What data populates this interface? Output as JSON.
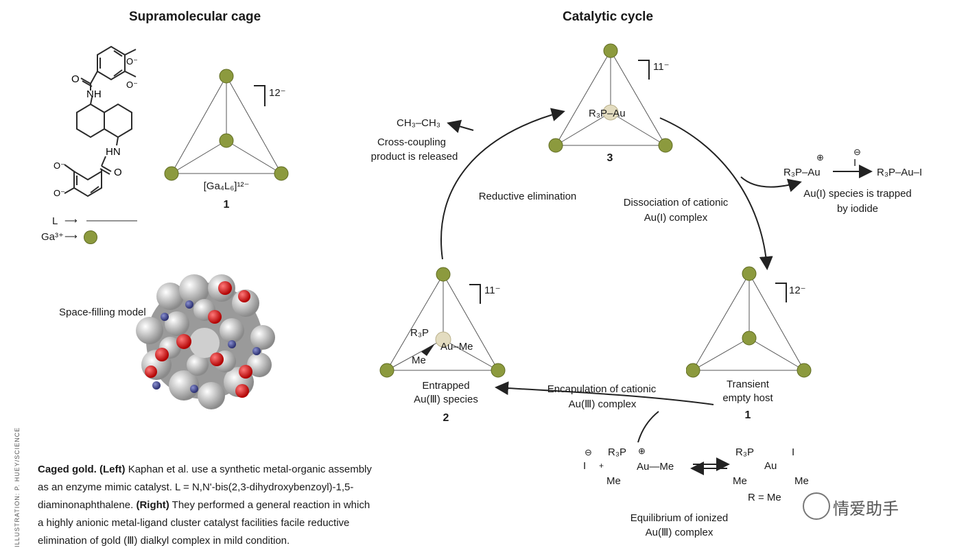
{
  "headings": {
    "left": "Supramolecular cage",
    "right": "Catalytic cycle"
  },
  "left_panel": {
    "ligand_groups": {
      "o_minus": "O⁻",
      "nh": "NH",
      "hn": "HN",
      "o": "O"
    },
    "legend": {
      "ligand_label": "L",
      "metal_label": "Ga³⁺"
    },
    "cage1": {
      "charge": "12⁻",
      "formula": "[Ga₄L₆]¹²⁻",
      "number": "1"
    },
    "space_filling_label": "Space-filling model"
  },
  "cycle": {
    "species3": {
      "charge": "11⁻",
      "inner": "R₃P–Au",
      "number": "3"
    },
    "species1": {
      "charge": "12⁻",
      "label_line1": "Transient",
      "label_line2": "empty host",
      "number": "1"
    },
    "species2": {
      "charge": "11⁻",
      "r3p": "R₃P",
      "au_me": "Au–Me",
      "me": "Me",
      "label_line1": "Entrapped",
      "label_line2": "Au(Ⅲ) species",
      "number": "2"
    },
    "product": {
      "formula": "CH₃–CH₃",
      "line1": "Cross-coupling",
      "line2": "product is released"
    },
    "steps": {
      "reductive": "Reductive elimination",
      "dissociation_line1": "Dissociation of cationic",
      "dissociation_line2": "Au(I) complex",
      "encapsulation_line1": "Encapulation of cationic",
      "encapsulation_line2": "Au(Ⅲ) complex"
    },
    "trap": {
      "reactant": "R₃P–Au",
      "plus": "⊕",
      "iodide": "I",
      "minus": "⊖",
      "product": "R₃P–Au–I",
      "line1": "Au(I) species is trapped",
      "line2": "by iodide"
    },
    "equilibrium": {
      "iodide": "I",
      "minus": "⊖",
      "plus_sign": "+",
      "r3p": "R₃P",
      "au_me": "Au—Me",
      "me": "Me",
      "cation": "⊕",
      "right_r3p": "R₃P",
      "right_au": "Au",
      "right_i": "I",
      "right_me1": "Me",
      "right_me2": "Me",
      "r_note": "R = Me",
      "line1": "Equilibrium of ionized",
      "line2": "Au(Ⅲ) complex"
    }
  },
  "caption": {
    "bold": "Caged gold.",
    "left_tag": "(Left)",
    "line1_rest": "Kaphan et al. use a synthetic metal-organic assembly",
    "line2": "as an enzyme mimic catalyst. L = N,N'-bis(2,3-dihydroxybenzoyl)-1,5-",
    "line3_start": "diaminonaphthalene.",
    "right_tag": "(Right)",
    "line3_rest": "They performed a general reaction in which",
    "line4": "a highly anionic metal-ligand cluster catalyst facilities facile reductive",
    "line5": "elimination of gold (Ⅲ) dialkyl complex in mild condition."
  },
  "credit": "ILLUSTRATION: P. HUEY/SCIENCE",
  "watermark": "情爱助手",
  "colors": {
    "metal": "#8c9a3e",
    "metal_stroke": "#5f6b22",
    "au": "#e3dcc0",
    "line": "#3a3a3a"
  }
}
